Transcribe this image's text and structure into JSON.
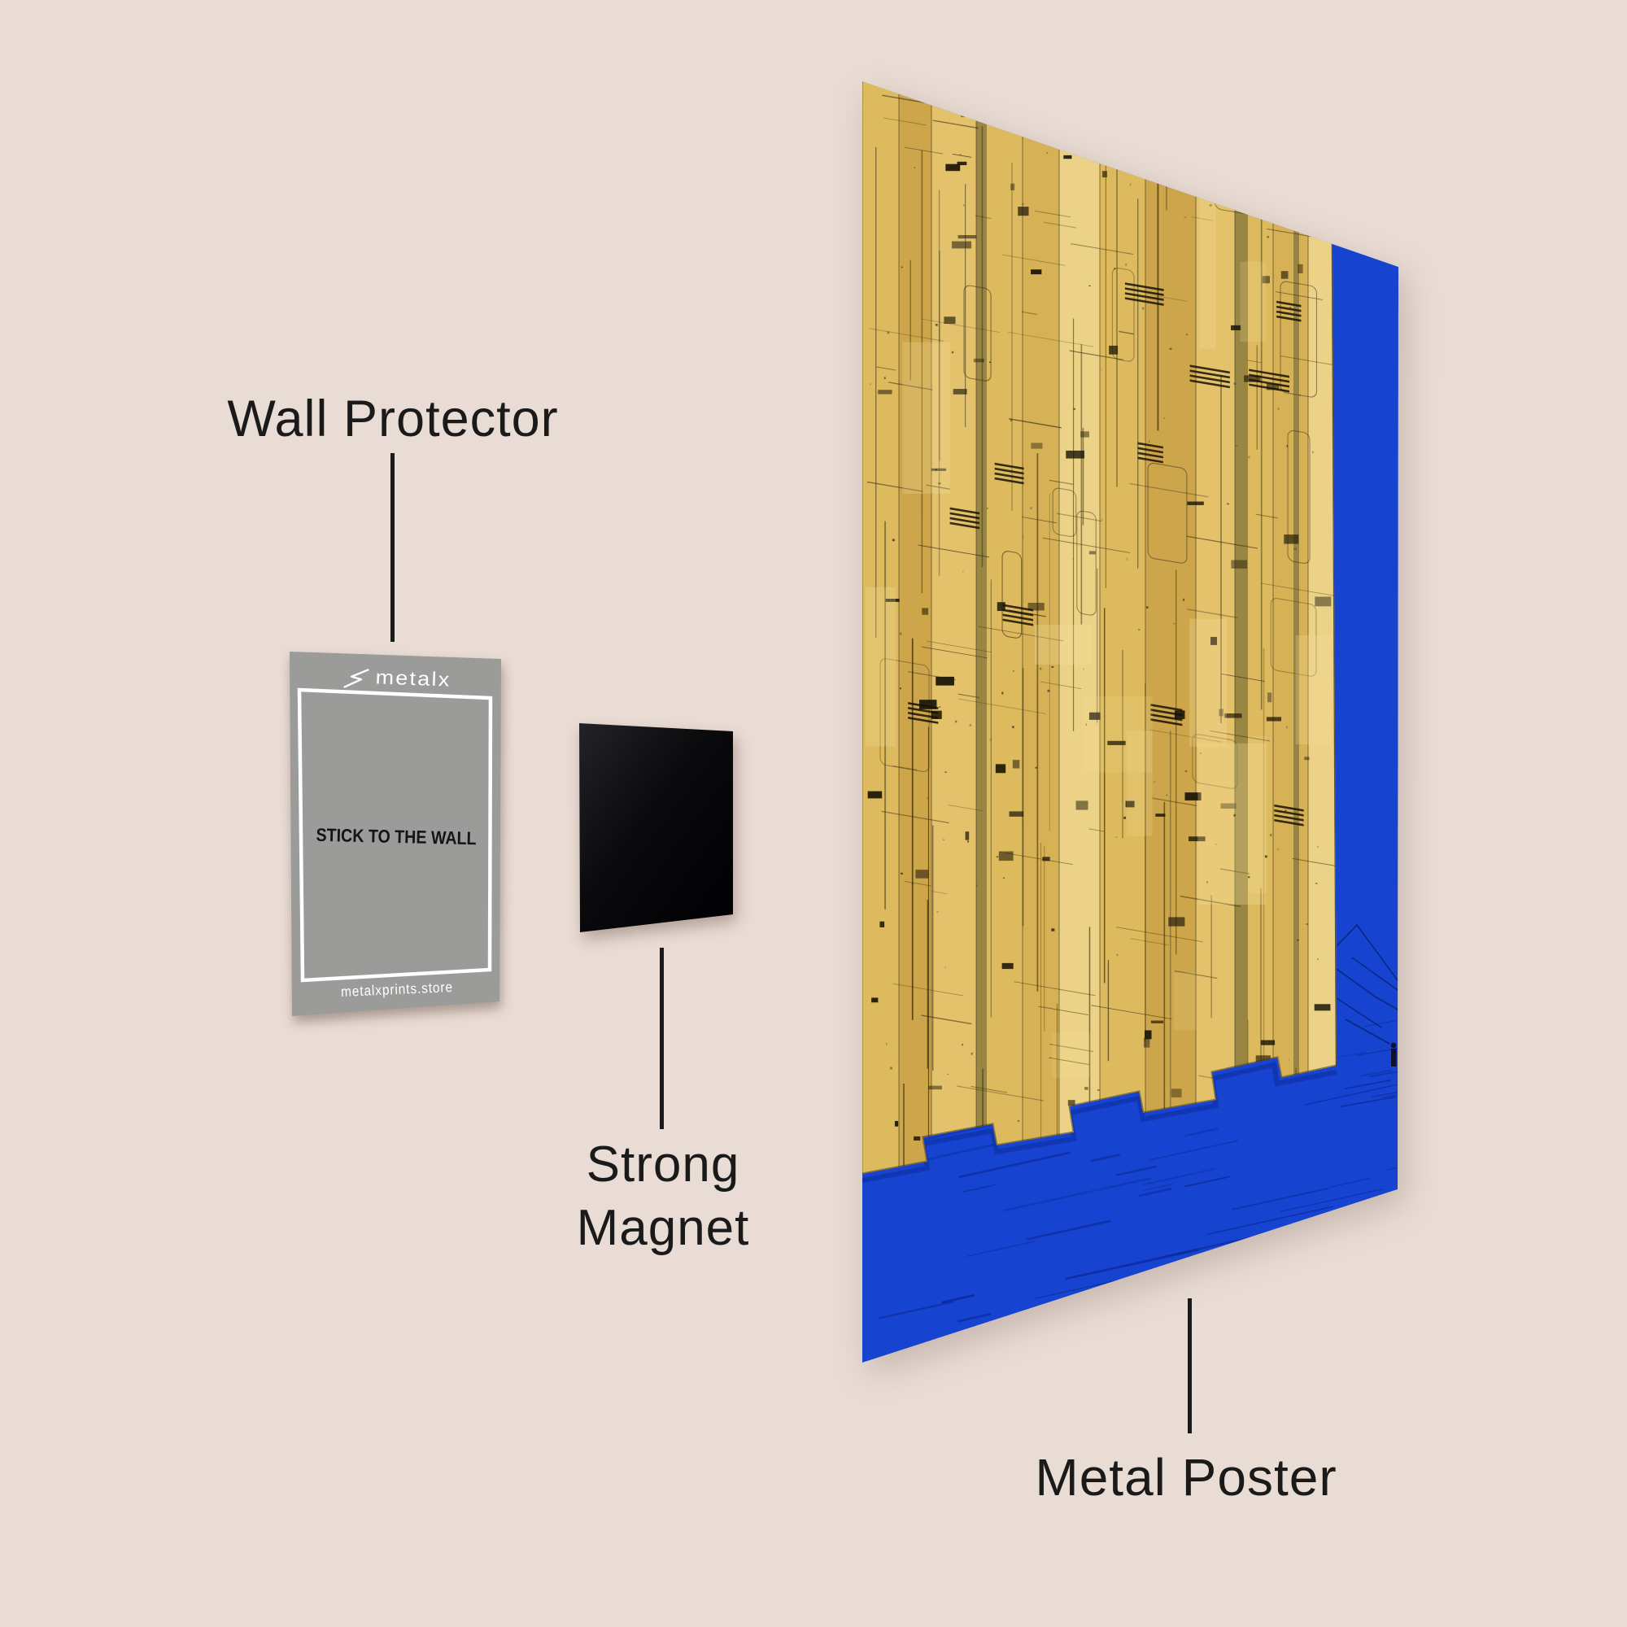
{
  "colors": {
    "background": "#e9dcd4",
    "annotation": "#1a1a1a"
  },
  "labels": {
    "wall_protector": "Wall Protector",
    "strong_magnet": "Strong\nMagnet",
    "metal_poster": "Metal Poster"
  },
  "wall_protector_card": {
    "brand": "metalx",
    "center_text": "STICK TO THE WALL",
    "footer_text": "metalxprints.store",
    "card_color": "#9b9b99",
    "frame_color": "#ffffff",
    "brand_text_color": "#ffffff",
    "center_text_color": "#141414"
  },
  "magnet": {
    "color": "#0a0a0c"
  },
  "poster": {
    "sky_color": "#1643d0",
    "sea_streak_color": "#0c2a96",
    "mountain_line_color": "#0a1e66",
    "gold_base_color": "#ddba5e",
    "gold_light_color": "#ecd286",
    "gold_shade_color": "#cda64c",
    "olive_color": "#8d7c3e",
    "line_color": "#3a3116",
    "figure_color": "#0d1030"
  }
}
